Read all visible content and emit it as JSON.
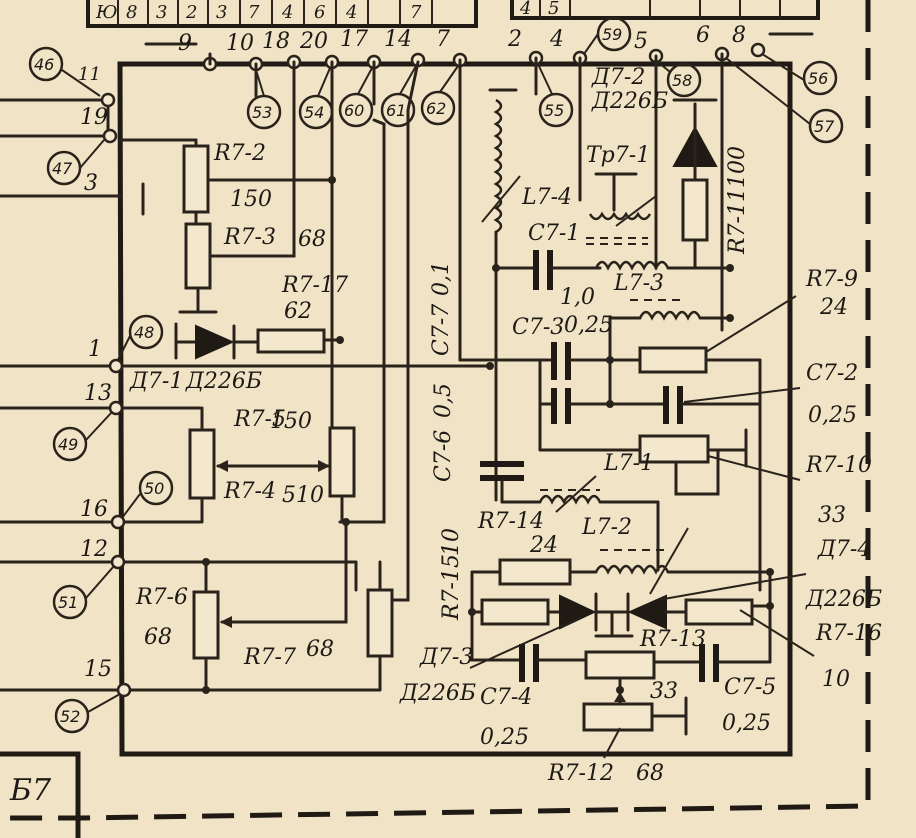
{
  "block_label": "Б7",
  "top_connector_glyphs": [
    "Ю",
    "8",
    "3",
    "2",
    "3",
    "7",
    "4",
    "6",
    "4",
    "7",
    "4",
    "5"
  ],
  "terminals_top": [
    "9",
    "10",
    "18",
    "20",
    "17",
    "14",
    "7",
    "2",
    "4",
    "5",
    "6",
    "8"
  ],
  "terminals_left": [
    "11",
    "19",
    "3",
    "1",
    "13",
    "16",
    "12",
    "15"
  ],
  "circled_nodes": [
    "46",
    "47",
    "48",
    "49",
    "50",
    "51",
    "52",
    "53",
    "54",
    "55",
    "56",
    "57",
    "58",
    "59",
    "60",
    "61",
    "62"
  ],
  "components": {
    "r7_2": {
      "name": "R7-2",
      "value": "150"
    },
    "r7_3": {
      "name": "R7-3",
      "value": "68"
    },
    "r7_17": {
      "name": "R7-17",
      "value": "62"
    },
    "d7_1": {
      "name": "Д7-1",
      "type": "Д226Б"
    },
    "r7_5": {
      "name": "R7-5",
      "value": "150"
    },
    "r7_4": {
      "name": "R7-4",
      "value": "510"
    },
    "r7_6": {
      "name": "R7-6",
      "value": "68"
    },
    "r7_7": {
      "name": "R7-7",
      "value": "68"
    },
    "c7_7": {
      "name": "C7-7",
      "value": "0,1"
    },
    "c7_6": {
      "name": "C7-6",
      "value": "0,5"
    },
    "r7_15": {
      "name": "R7-15",
      "value": "10"
    },
    "d7_3": {
      "name": "Д7-3",
      "type": "Д226Б"
    },
    "c7_4": {
      "name": "C7-4",
      "value": "0,25"
    },
    "l7_4": {
      "name": "L7-4"
    },
    "c7_1": {
      "name": "C7-1",
      "value": "1,0"
    },
    "tr7_1": {
      "name": "Tp7-1"
    },
    "d7_2": {
      "name": "Д7-2",
      "type": "Д226Б"
    },
    "r7_11": {
      "name": "R7-11",
      "value": "100"
    },
    "l7_3": {
      "name": "L7-3"
    },
    "c7_3": {
      "name": "C7-3",
      "value": "0,25"
    },
    "r7_9": {
      "name": "R7-9",
      "value": "24"
    },
    "c7_2": {
      "name": "C7-2",
      "value": "0,25"
    },
    "r7_10": {
      "name": "R7-10",
      "value": "33"
    },
    "l7_1": {
      "name": "L7-1"
    },
    "r7_14": {
      "name": "R7-14",
      "value": "24"
    },
    "l7_2": {
      "name": "L7-2"
    },
    "d7_4": {
      "name": "Д7-4",
      "type": "Д226Б"
    },
    "r7_16": {
      "name": "R7-16",
      "value": "10"
    },
    "r7_13": {
      "name": "R7-13",
      "value": "33"
    },
    "c7_5": {
      "name": "C7-5",
      "value": "0,25"
    },
    "r7_12": {
      "name": "R7-12",
      "value": "68"
    }
  }
}
